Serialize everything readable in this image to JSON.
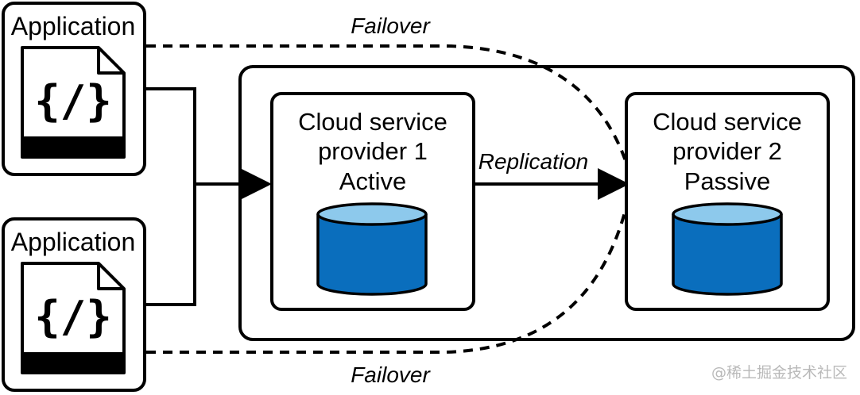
{
  "apps": [
    {
      "title": "Application",
      "code": "{/}"
    },
    {
      "title": "Application",
      "code": "{/}"
    }
  ],
  "providers": [
    {
      "line1": "Cloud service",
      "line2": "provider 1",
      "status": "Active"
    },
    {
      "line1": "Cloud service",
      "line2": "provider 2",
      "status": "Passive"
    }
  ],
  "labels": {
    "replication": "Replication",
    "failover_top": "Failover",
    "failover_bottom": "Failover"
  },
  "watermark": "@稀土掘金技术社区",
  "colors": {
    "stroke": "#000000",
    "db_fill": "#0a6ebd",
    "db_top": "#8dc9ec",
    "background": "#ffffff"
  }
}
